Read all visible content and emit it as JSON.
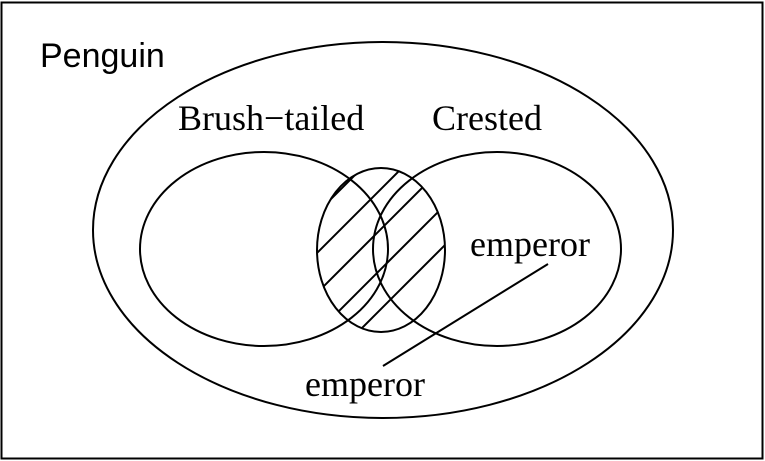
{
  "diagram": {
    "universe_label": "Penguin",
    "set_a_label": "Brush−tailed",
    "set_b_label": "Crested",
    "label_inside": "emperor",
    "label_outside": "emperor"
  },
  "colors": {
    "ink": "#000000",
    "background": "#ffffff"
  }
}
